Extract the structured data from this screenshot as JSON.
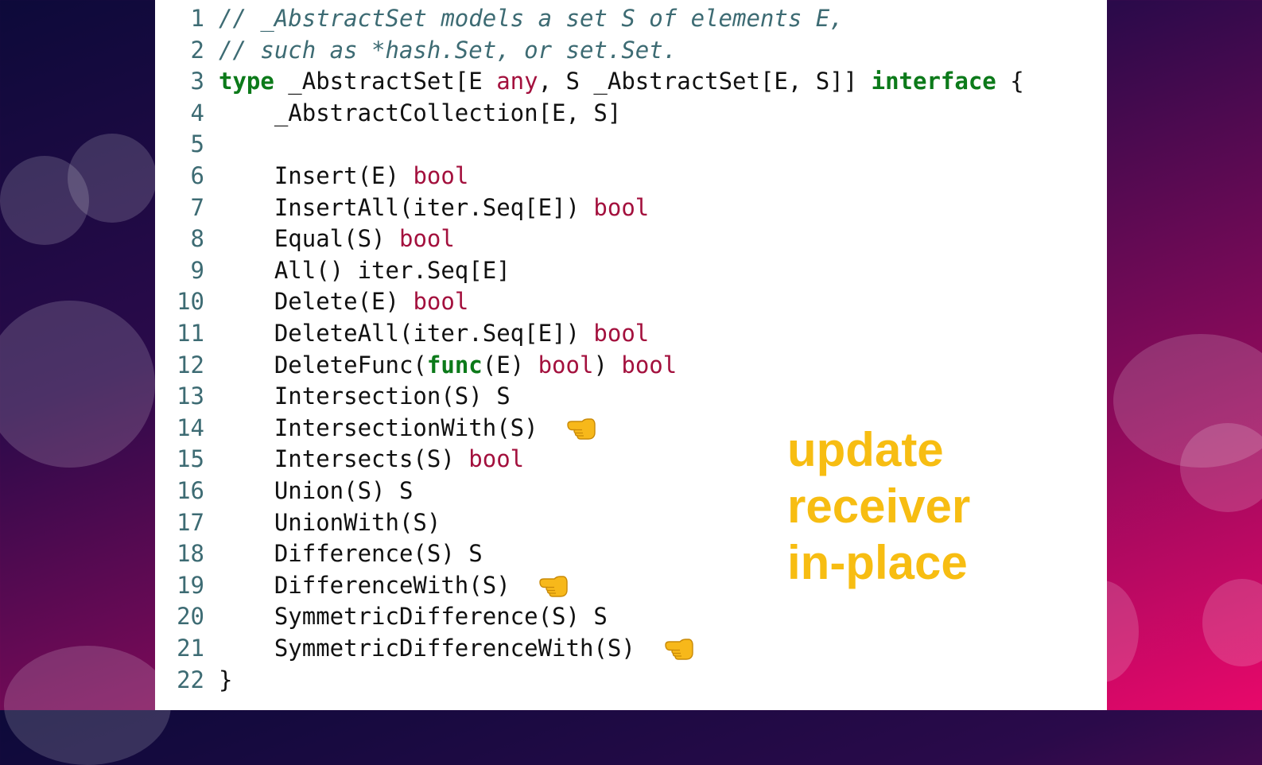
{
  "colors": {
    "comment": "#3d6b73",
    "keyword": "#0c7a1a",
    "builtin_type": "#a3103d",
    "text": "#111111",
    "annotation": "#f7bd12"
  },
  "code": {
    "lines": [
      {
        "num": "1",
        "tokens": [
          {
            "t": "// _AbstractSet models a set S of elements E,",
            "c": "comment"
          }
        ]
      },
      {
        "num": "2",
        "tokens": [
          {
            "t": "// such as *hash.Set, or set.Set.",
            "c": "comment"
          }
        ]
      },
      {
        "num": "3",
        "tokens": [
          {
            "t": "type",
            "c": "kw"
          },
          {
            "t": " _AbstractSet[E ",
            "c": "plain"
          },
          {
            "t": "any",
            "c": "type"
          },
          {
            "t": ", S _AbstractSet[E, S]] ",
            "c": "plain"
          },
          {
            "t": "interface",
            "c": "kw"
          },
          {
            "t": " {",
            "c": "plain"
          }
        ]
      },
      {
        "num": "4",
        "tokens": [
          {
            "t": "    _AbstractCollection[E, S]",
            "c": "plain"
          }
        ]
      },
      {
        "num": "5",
        "tokens": []
      },
      {
        "num": "6",
        "tokens": [
          {
            "t": "    Insert(E) ",
            "c": "plain"
          },
          {
            "t": "bool",
            "c": "type"
          }
        ]
      },
      {
        "num": "7",
        "tokens": [
          {
            "t": "    InsertAll(iter.Seq[E]) ",
            "c": "plain"
          },
          {
            "t": "bool",
            "c": "type"
          }
        ]
      },
      {
        "num": "8",
        "tokens": [
          {
            "t": "    Equal(S) ",
            "c": "plain"
          },
          {
            "t": "bool",
            "c": "type"
          }
        ]
      },
      {
        "num": "9",
        "tokens": [
          {
            "t": "    All() iter.Seq[E]",
            "c": "plain"
          }
        ]
      },
      {
        "num": "10",
        "tokens": [
          {
            "t": "    Delete(E) ",
            "c": "plain"
          },
          {
            "t": "bool",
            "c": "type"
          }
        ]
      },
      {
        "num": "11",
        "tokens": [
          {
            "t": "    DeleteAll(iter.Seq[E]) ",
            "c": "plain"
          },
          {
            "t": "bool",
            "c": "type"
          }
        ]
      },
      {
        "num": "12",
        "tokens": [
          {
            "t": "    DeleteFunc(",
            "c": "plain"
          },
          {
            "t": "func",
            "c": "kw"
          },
          {
            "t": "(E) ",
            "c": "plain"
          },
          {
            "t": "bool",
            "c": "type"
          },
          {
            "t": ") ",
            "c": "plain"
          },
          {
            "t": "bool",
            "c": "type"
          }
        ]
      },
      {
        "num": "13",
        "tokens": [
          {
            "t": "    Intersection(S) S",
            "c": "plain"
          }
        ]
      },
      {
        "num": "14",
        "tokens": [
          {
            "t": "    IntersectionWith(S)",
            "c": "plain"
          }
        ],
        "pointer": true
      },
      {
        "num": "15",
        "tokens": [
          {
            "t": "    Intersects(S) ",
            "c": "plain"
          },
          {
            "t": "bool",
            "c": "type"
          }
        ]
      },
      {
        "num": "16",
        "tokens": [
          {
            "t": "    Union(S) S",
            "c": "plain"
          }
        ]
      },
      {
        "num": "17",
        "tokens": [
          {
            "t": "    UnionWith(S)",
            "c": "plain"
          }
        ]
      },
      {
        "num": "18",
        "tokens": [
          {
            "t": "    Difference(S) S",
            "c": "plain"
          }
        ]
      },
      {
        "num": "19",
        "tokens": [
          {
            "t": "    DifferenceWith(S)",
            "c": "plain"
          }
        ],
        "pointer": true
      },
      {
        "num": "20",
        "tokens": [
          {
            "t": "    SymmetricDifference(S) S",
            "c": "plain"
          }
        ]
      },
      {
        "num": "21",
        "tokens": [
          {
            "t": "    SymmetricDifferenceWith(S)",
            "c": "plain"
          }
        ],
        "pointer": true
      },
      {
        "num": "22",
        "tokens": [
          {
            "t": "}",
            "c": "plain"
          }
        ]
      }
    ]
  },
  "annotation": {
    "lines": [
      "update",
      "receiver",
      "in-place"
    ]
  },
  "icons": {
    "pointer": "backhand-index-pointing-left-icon"
  }
}
